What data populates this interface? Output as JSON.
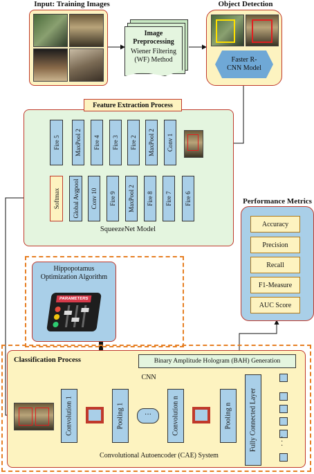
{
  "input_title": "Input: Training Images",
  "object_detection_title": "Object Detection",
  "preprocessing": {
    "title": "Image Preprocessing",
    "method": "Wiener Filtering (WF) Method"
  },
  "faster_rcnn": "Faster R-CNN Model",
  "feature_extraction": {
    "title": "Feature Extraction Process",
    "row1": [
      "Fire 5",
      "MaxPool 2",
      "Fire 4",
      "Fire 3",
      "Fire 2",
      "MaxPool 2",
      "Conv 1"
    ],
    "row2": [
      "Softmax",
      "Global Avgpool",
      "Conv 10",
      "Fire 9",
      "MaxPool 2",
      "Fire 8",
      "Fire 7",
      "Fire 6"
    ],
    "model_label": "SqueezeNet Model"
  },
  "performance": {
    "title": "Performance Metrics",
    "metrics": [
      "Accuracy",
      "Precision",
      "Recall",
      "F1-Measure",
      "AUC Score"
    ]
  },
  "optimizer": {
    "title": "Hippopotamus Optimization Algorithm",
    "badge": "PARAMETERS"
  },
  "classification": {
    "title": "Classification Process",
    "bah": "Binary Amplitude Hologram (BAH) Generation",
    "cnn": "CNN",
    "conv1": "Convolution 1",
    "pool1": "Pooling 1",
    "dots": "···",
    "convn": "Convolution n",
    "pooln": "Pooling n",
    "fc": "Fully Connected Layer",
    "system": "Convolutional Autoencoder (CAE) System"
  },
  "colors": {
    "red_border": "#c0392b",
    "orange_dash": "#e67e22",
    "block_blue": "#a9cfe8",
    "panel_yellow": "#fdf3c0",
    "panel_green": "#e4f5df"
  }
}
